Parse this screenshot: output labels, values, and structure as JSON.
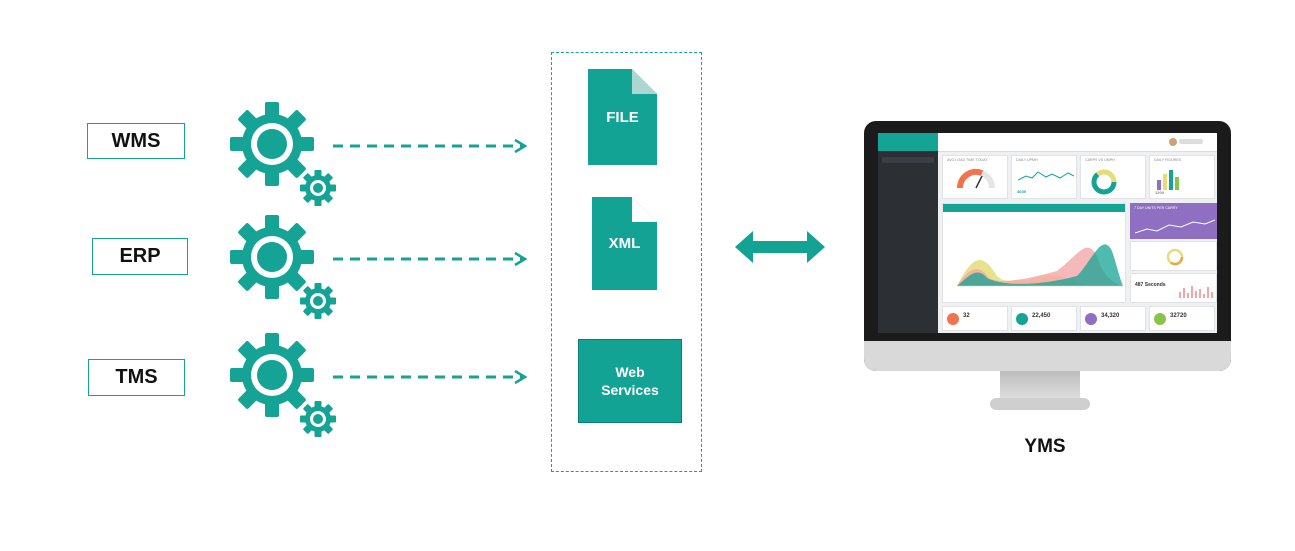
{
  "systems": [
    {
      "label": "WMS"
    },
    {
      "label": "ERP"
    },
    {
      "label": "TMS"
    }
  ],
  "formats": {
    "file_label": "FILE",
    "xml_label": "XML",
    "web_services_line1": "Web",
    "web_services_line2": "Services"
  },
  "target": {
    "label": "YMS"
  },
  "dashboard": {
    "card1_title": "AVG LOAD TIME TODAY",
    "card2_title": "DAILY UPMH",
    "card3_title": "CARPS VS UMPH",
    "card4_title": "DAILY FIGURES",
    "card2_value": "3039",
    "card4_value": "1200",
    "trend_title": "7 DAY UNITS PER CARRY",
    "seconds_value": "487 Seconds",
    "stats": [
      {
        "value": "32",
        "color": "#f0734f"
      },
      {
        "value": "22,450",
        "color": "#14a394"
      },
      {
        "value": "34,320",
        "color": "#8e6fc1"
      },
      {
        "value": "32720",
        "color": "#8bc34a"
      }
    ],
    "colors": {
      "teal": "#14a394",
      "purple": "#8e6fc1",
      "pink": "#f2a7a7",
      "yellow": "#e6dc7a"
    }
  },
  "colors": {
    "accent": "#14a394"
  }
}
